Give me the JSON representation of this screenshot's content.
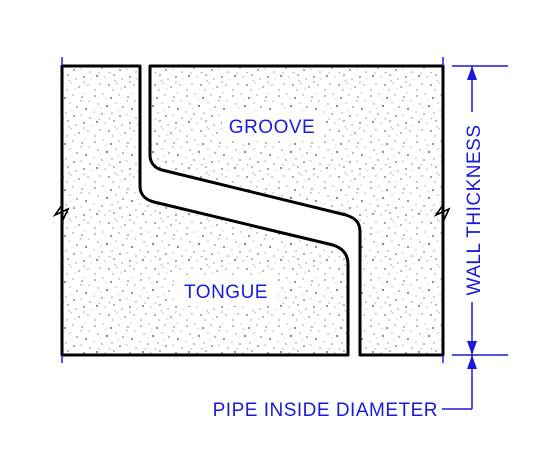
{
  "labels": {
    "groove": "GROOVE",
    "tongue": "TONGUE",
    "wall_thickness": "WALL THICKNESS",
    "pipe_inside_diameter": "PIPE INSIDE DIAMETER"
  },
  "colors": {
    "outline": "#000000",
    "annotation": "#1a1adc",
    "concrete_fill": "#ffffff",
    "speckle": "#8a8a8a"
  }
}
